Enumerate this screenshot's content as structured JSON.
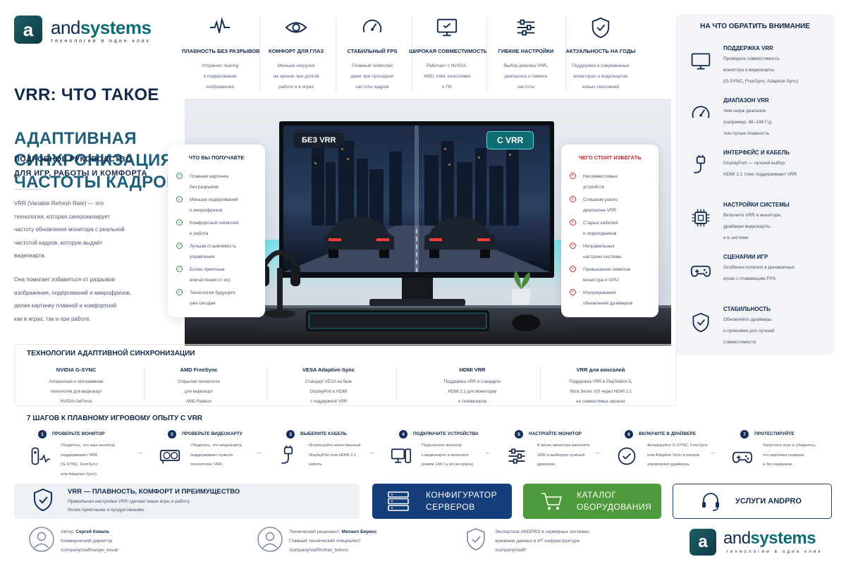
{
  "brand": {
    "letter": "a",
    "name_prefix": "and",
    "name_suffix": "systems",
    "tagline": "технологии в один клик"
  },
  "features": [
    {
      "icon": "pulse-wave-icon",
      "title": "ПЛАВНОСТЬ БЕЗ РАЗРЫВОВ",
      "text": "Устраняет tearing\nи подёргивания\nизображения"
    },
    {
      "icon": "eye-icon",
      "title": "КОМФОРТ ДЛЯ ГЛАЗ",
      "text": "Меньше нагрузки\nна зрение при долгой\nработе и в играх"
    },
    {
      "icon": "gauge-icon",
      "title": "СТАБИЛЬНЫЙ FPS",
      "text": "Плавный геймплей\nдаже при просадках\nчастоты кадров"
    },
    {
      "icon": "monitor-check-icon",
      "title": "ШИРОКАЯ СОВМЕСТИМОСТЬ",
      "text": "Работает с NVIDIA,\nAMD, Intel, консолями\nи ПК"
    },
    {
      "icon": "sliders-icon",
      "title": "ГИБКИЕ НАСТРОЙКИ",
      "text": "Выбор режима VRR,\nдиапазона и лимита\nчастоты"
    },
    {
      "icon": "shield-check-icon",
      "title": "АКТУАЛЬНОСТЬ НА ГОДЫ",
      "text": "Поддержка в современных\nмониторах и видеокартах\nновых поколений"
    }
  ],
  "hero": {
    "title_line1": "VRR: ЧТО ТАКОЕ",
    "title_rest": "АДАПТИВНАЯ\nСИНХРОНИЗАЦИЯ\nЧАСТОТЫ КАДРОВ",
    "subtitle": "ПОДРОБНОЕ РУКОВОДСТВО\nДЛЯ ИГР, РАБОТЫ И КОМФОРТА",
    "para1": "VRR (Variable Refresh Rate) — это\nтехнология, которая синхронизирует\nчастоту обновления монитора с реальной\nчастотой кадров, которую выдаёт\nвидеокарта.",
    "para2": "Она помогает избавиться от разрывов\nизображения, подёргиваний и микрофризов,\nделая картинку плавной и комфортной\nкак в играх, так и при работе."
  },
  "monitor": {
    "left_label": "БЕЗ VRR",
    "right_label": "С VRR"
  },
  "get_card": {
    "title": "ЧТО ВЫ ПОЛУЧАЕТЕ",
    "items": [
      "Плавная картинка\nбез разрывов",
      "Меньше подёргиваний\nи микрофризов",
      "Комфортный геймплей\nи работа",
      "Лучшая отзывчивость\nуправления",
      "Более приятные\nвпечатления от игр",
      "Технология будущего\nуже сегодня"
    ]
  },
  "avoid_card": {
    "title": "ЧЕГО СТОИТ ИЗБЕГАТЬ",
    "items": [
      "Несовместимых\nустройств",
      "Слишком узкого\nдиапазона VRR",
      "Старых кабелей\nи переходников",
      "Неправильных\nнастроек системы",
      "Превышения лимитов\nмонитора и GPU",
      "Игнорирования\nобновлений драйверов"
    ]
  },
  "attention": {
    "title": "НА ЧТО ОБРАТИТЬ ВНИМАНИЕ",
    "items": [
      {
        "icon": "monitor-icon",
        "title": "ПОДДЕРЖКА VRR",
        "text": "Проверьте совместимость\nмонитора и видеокарты\n(G-SYNC, FreeSync, Adaptive-Sync)"
      },
      {
        "icon": "gauge-icon",
        "title": "ДИАПАЗОН VRR",
        "text": "Чем шире диапазон\n(например, 48–144 Гц),\nтем лучше плавность"
      },
      {
        "icon": "cable-icon",
        "title": "ИНТЕРФЕЙС И КАБЕЛЬ",
        "text": "DisplayPort — лучший выбор.\nHDMI 2.1 тоже поддерживает VRR"
      },
      {
        "icon": "chip-icon",
        "title": "НАСТРОЙКИ СИСТЕМЫ",
        "text": "Включите VRR в мониторе,\nдрайвере видеокарты\nи в системе"
      },
      {
        "icon": "gamepad-icon",
        "title": "СЦЕНАРИИ ИГР",
        "text": "Особенно полезно в динамичных\nиграх с плавающим FPS"
      },
      {
        "icon": "shield-icon",
        "title": "СТАБИЛЬНОСТЬ",
        "text": "Обновляйте драйверы\nи прошивки для лучшей\nсовместимости"
      }
    ]
  },
  "tech": {
    "title": "ТЕХНОЛОГИИ АДАПТИВНОЙ СИНХРОНИЗАЦИИ",
    "items": [
      {
        "title": "NVIDIA G-SYNC",
        "text": "Аппаратная и программная\nтехнология для видеокарт\nNVIDIA GeForce"
      },
      {
        "title": "AMD FreeSync",
        "text": "Открытая технология\nдля видеокарт\nAMD Radeon"
      },
      {
        "title": "VESA Adaptive-Sync",
        "text": "Стандарт VESA на базе\nDisplayPort и HDMI\nс поддержкой VRR"
      },
      {
        "title": "HDMI VRR",
        "text": "Поддержка VRR в стандарте\nHDMI 2.1 для мониторов\nи телевизоров"
      },
      {
        "title": "VRR для консолей",
        "text": "Поддержка VRR в PlayStation 5,\nXbox Series X|S через HDMI 2.1\nна совместимых экранах"
      }
    ]
  },
  "steps": {
    "title": "7 ШАГОВ К ПЛАВНОМУ ИГРОВОМУ ОПЫТУ С VRR",
    "items": [
      {
        "num": "1",
        "icon": "monitor-pulse-icon",
        "title": "ПРОВЕРЬТЕ МОНИТОР",
        "text": "Убедитесь, что ваш монитор\nподдерживает VRR\n(G-SYNC, FreeSync\nили Adaptive-Sync)."
      },
      {
        "num": "2",
        "icon": "gpu-icon",
        "title": "ПРОВЕРЬТЕ ВИДЕОКАРТУ",
        "text": "Убедитесь, что видеокарта\nподдерживает нужную\nтехнологию VRR."
      },
      {
        "num": "3",
        "icon": "cable-icon",
        "title": "ВЫБЕРИТЕ КАБЕЛЬ",
        "text": "Используйте качественный\nDisplayPort или HDMI 2.1\nкабель."
      },
      {
        "num": "4",
        "icon": "pc-icon",
        "title": "ПОДКЛЮЧИТЕ УСТРОЙСТВА",
        "text": "Подключите монитор\nк видеокарте и включите\nрежим 144 Гц (если нужно)."
      },
      {
        "num": "5",
        "icon": "sliders-icon",
        "title": "НАСТРОЙТЕ МОНИТОР",
        "text": "В меню монитора включите\nVRR и выберите нужный\nдиапазон."
      },
      {
        "num": "6",
        "icon": "check-circle-icon",
        "title": "ВКЛЮЧИТЕ В ДРАЙВЕРЕ",
        "text": "Активируйте G-SYNC, FreeSync\nили Adaptive-Sync в панели\nуправления драйвера."
      },
      {
        "num": "7",
        "icon": "gamepad-icon",
        "title": "ПРОТЕСТИРУЙТЕ",
        "text": "Запустите игру и убедитесь,\nчто картинка плавная\nи без разрывов."
      }
    ]
  },
  "banner": {
    "title": "VRR — ПЛАВНОСТЬ, КОМФОРТ И ПРЕИМУЩЕСТВО",
    "text": "Правильная настройка VRR сделает ваши игры и работу\nболее приятными и продуктивными."
  },
  "buttons": {
    "configurator": "КОНФИГУРАТОР\nСЕРВЕРОВ",
    "catalog": "КАТАЛОГ\nОБОРУДОВАНИЯ",
    "services": "УСЛУГИ ANDPRO"
  },
  "footer": {
    "author_label": "Автор:",
    "author_name": "Сергей Коваль",
    "author_role": "Коммерческий директор\n/company/staff/sergei_koval/",
    "reviewer_label": "Технический рецензент:",
    "reviewer_name": "Михаил Биркос",
    "reviewer_role": "Главный технический специалист\n/company/staff/mihail_birkos/",
    "expertise": "Экспертиза ANDPRO в серверных системах,\nхранении данных и ИТ-инфраструктуре\n/company/staff/"
  },
  "colors": {
    "navy": "#12294a",
    "teal": "#0e6c72",
    "blue_button": "#163e7a",
    "green_button": "#4e9a3c",
    "red_accent": "#c6282b",
    "green_accent": "#3a8a4c"
  }
}
